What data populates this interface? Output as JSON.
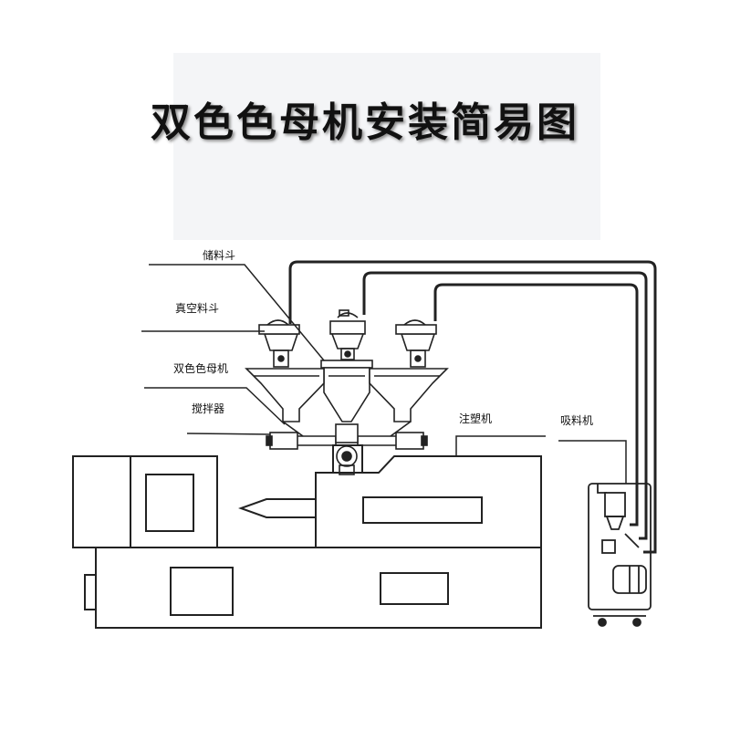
{
  "title": "双色色母机安装简易图",
  "labels": {
    "storage_hopper": "储料斗",
    "vacuum_hopper": "真空料斗",
    "dual_color_dosing": "双色色母机",
    "mixer": "搅拌器",
    "injection_machine": "注塑机",
    "suction_loader": "吸料机"
  }
}
